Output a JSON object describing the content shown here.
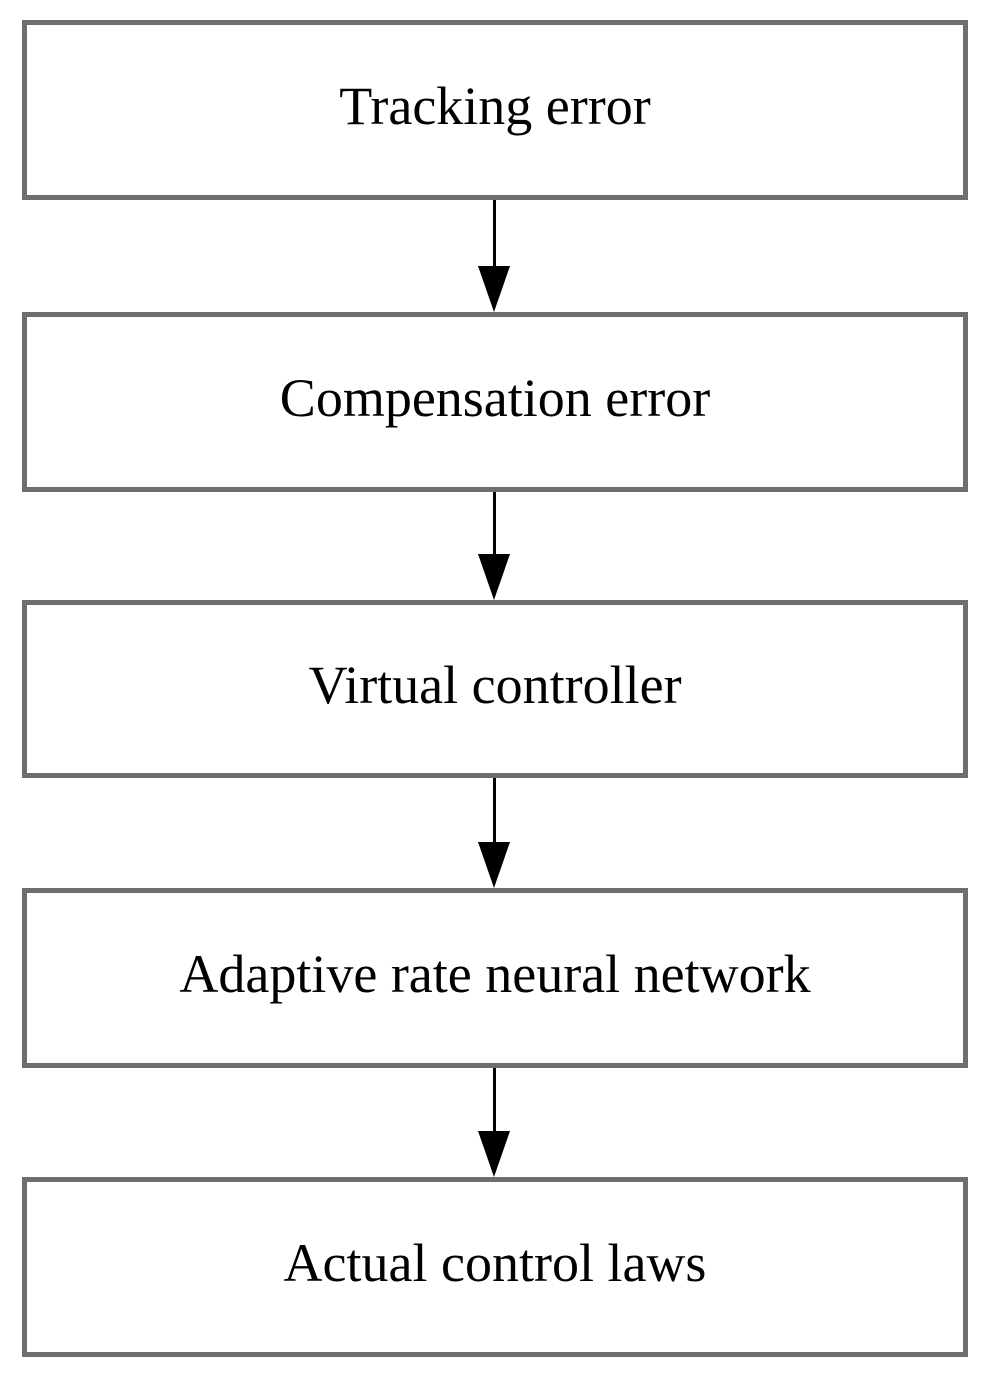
{
  "diagram": {
    "type": "flowchart",
    "direction": "top-down",
    "boxes": [
      {
        "id": "tracking-error",
        "label": "Tracking error"
      },
      {
        "id": "compensation-error",
        "label": "Compensation error"
      },
      {
        "id": "virtual-controller",
        "label": "Virtual controller"
      },
      {
        "id": "adaptive-rate-neural-network",
        "label": "Adaptive rate neural network"
      },
      {
        "id": "actual-control-laws",
        "label": "Actual control laws"
      }
    ],
    "arrows": [
      {
        "from": "tracking-error",
        "to": "compensation-error",
        "style": "solid-down"
      },
      {
        "from": "compensation-error",
        "to": "virtual-controller",
        "style": "solid-down"
      },
      {
        "from": "virtual-controller",
        "to": "adaptive-rate-neural-network",
        "style": "solid-down"
      },
      {
        "from": "adaptive-rate-neural-network",
        "to": "actual-control-laws",
        "style": "solid-down"
      }
    ],
    "colors": {
      "box_border": "#6e6e6e",
      "box_background": "#ffffff",
      "arrow": "#000000",
      "text": "#000000",
      "page_background": "#ffffff"
    }
  }
}
